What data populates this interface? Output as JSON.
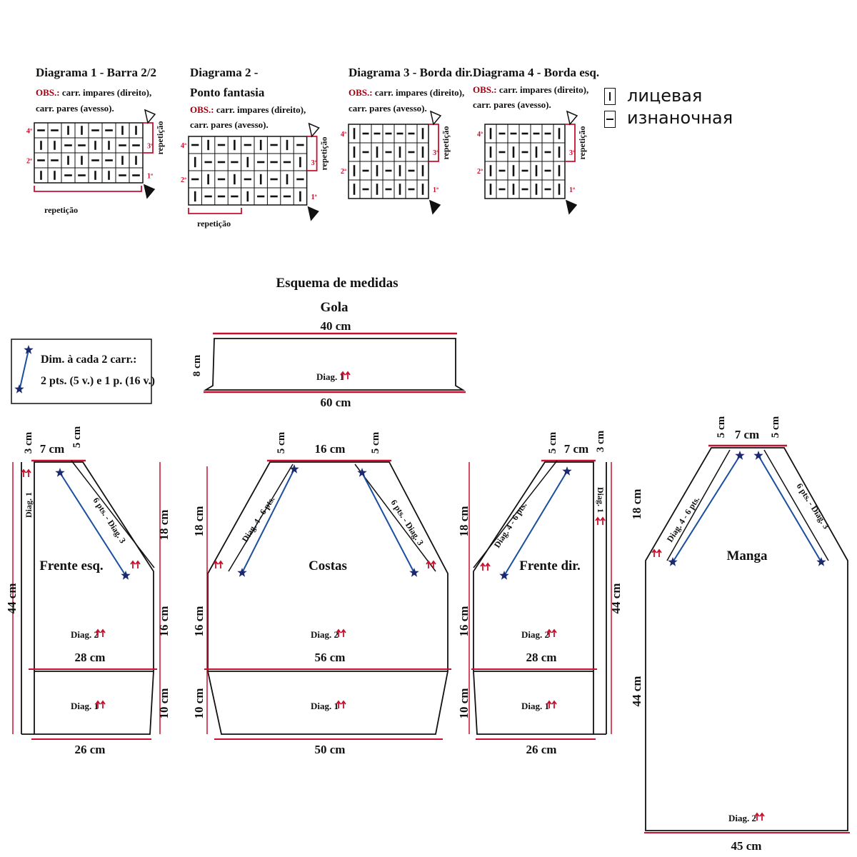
{
  "legend": {
    "knit": "лицевая",
    "purl": "изнаночная"
  },
  "diagrams": [
    {
      "title": [
        "Diagrama 1 - Barra 2/2"
      ],
      "obs_label": "OBS.:",
      "obs_lines": [
        "carr. impares (direito),",
        "carr. pares (avesso)."
      ],
      "repeat_label": "repetição",
      "rows": [
        [
          "p",
          "p",
          "k",
          "k",
          "p",
          "p",
          "k",
          "k"
        ],
        [
          "k",
          "k",
          "p",
          "p",
          "k",
          "k",
          "p",
          "p"
        ],
        [
          "p",
          "p",
          "k",
          "k",
          "p",
          "p",
          "k",
          "k"
        ],
        [
          "k",
          "k",
          "p",
          "p",
          "k",
          "k",
          "p",
          "p"
        ]
      ],
      "row_numbers": [
        "4ª",
        "3ª",
        "2ª",
        "1ª"
      ]
    },
    {
      "title": [
        "Diagrama 2 -",
        "Ponto fantasia"
      ],
      "obs_label": "OBS.:",
      "obs_lines": [
        "carr. impares (direito),",
        "carr. pares (avesso)."
      ],
      "repeat_label": "repetição",
      "rows": [
        [
          "p",
          "k",
          "p",
          "k",
          "p",
          "k",
          "p",
          "k",
          "p"
        ],
        [
          "k",
          "p",
          "p",
          "p",
          "k",
          "p",
          "p",
          "p",
          "k"
        ],
        [
          "p",
          "k",
          "p",
          "k",
          "p",
          "k",
          "p",
          "k",
          "p"
        ],
        [
          "k",
          "p",
          "p",
          "p",
          "k",
          "p",
          "p",
          "p",
          "k"
        ]
      ],
      "row_numbers": [
        "4ª",
        "3ª",
        "2ª",
        "1ª"
      ]
    },
    {
      "title": [
        "Diagrama 3 - Borda dir."
      ],
      "obs_label": "OBS.:",
      "obs_lines": [
        "carr. impares (direito),",
        "carr. pares (avesso)."
      ],
      "repeat_label": "repetição",
      "rows": [
        [
          "k",
          "p",
          "p",
          "p",
          "p",
          "p",
          "k"
        ],
        [
          "k",
          "p",
          "k",
          "p",
          "k",
          "p",
          "k"
        ],
        [
          "k",
          "p",
          "k",
          "p",
          "k",
          "p",
          "k"
        ],
        [
          "k",
          "p",
          "k",
          "p",
          "k",
          "p",
          "k"
        ]
      ],
      "row_numbers": [
        "4ª",
        "3ª",
        "2ª",
        "1ª"
      ]
    },
    {
      "title": [
        "Diagrama 4 - Borda esq."
      ],
      "obs_label": "OBS.:",
      "obs_lines": [
        "carr. impares  (direito),",
        "carr. pares (avesso)."
      ],
      "repeat_label": "repetição",
      "rows": [
        [
          "k",
          "p",
          "p",
          "p",
          "p",
          "p",
          "k"
        ],
        [
          "k",
          "p",
          "k",
          "p",
          "k",
          "p",
          "k"
        ],
        [
          "k",
          "p",
          "k",
          "p",
          "k",
          "p",
          "k"
        ],
        [
          "k",
          "p",
          "k",
          "p",
          "k",
          "p",
          "k"
        ]
      ],
      "row_numbers": [
        "4ª",
        "3ª",
        "2ª",
        "1ª"
      ]
    }
  ],
  "schema": {
    "title": "Esquema de medidas",
    "decrease_note": [
      "Dim. à cada 2 carr.:",
      "2 pts. (5 v.) e 1 p. (16 v.)"
    ],
    "gola": {
      "name": "Gola",
      "top": "40 cm",
      "bottom": "60 cm",
      "height": "8 cm",
      "diag": "Diag. 1"
    },
    "frente_esq": {
      "name": "Frente esq.",
      "total_height": "44 cm",
      "top_margin": "3 cm",
      "neck_width": "7 cm",
      "raglan_width": "5 cm",
      "raglan_height": "18 cm",
      "body_height": "16 cm",
      "hem_height": "10 cm",
      "width": "28 cm",
      "hem_width": "26 cm",
      "diag_edge": "Diag. 1",
      "diag_raglan": "6 pts. - Diag. 3",
      "diag_body": "Diag. 2",
      "diag_hem": "Diag. 1"
    },
    "costas": {
      "name": "Costas",
      "neck_width": "16 cm",
      "raglan_left_width": "5 cm",
      "raglan_right_width": "5 cm",
      "raglan_height": "18 cm",
      "body_height": "16 cm",
      "hem_height": "10 cm",
      "width": "56 cm",
      "hem_width": "50 cm",
      "diag_raglan_left": "Diag. 4 - 6 pts.",
      "diag_raglan_right": "6 pts. - Diag. 3",
      "diag_body": "Diag. 2",
      "diag_hem": "Diag. 1"
    },
    "frente_dir": {
      "name": "Frente dir.",
      "total_height": "44 cm",
      "top_margin": "3 cm",
      "neck_width": "7 cm",
      "raglan_width": "5 cm",
      "raglan_height": "18 cm",
      "body_height": "16 cm",
      "hem_height": "10 cm",
      "width": "28 cm",
      "hem_width": "26 cm",
      "diag_edge": "Diag. 1",
      "diag_raglan": "Diag. 4 - 6 pts.",
      "diag_body": "Diag. 2",
      "diag_hem": "Diag. 1"
    },
    "manga": {
      "name": "Manga",
      "top_width": "7 cm",
      "raglan_left_width": "5 cm",
      "raglan_right_width": "5 cm",
      "raglan_height": "18 cm",
      "body_height": "44 cm",
      "bottom_width": "45 cm",
      "diag_raglan_left": "Diag. 4 - 6 pts.",
      "diag_raglan_right": "6 pts. - Diag. 3",
      "diag_body": "Diag. 2"
    }
  },
  "colors": {
    "line": "#111111",
    "accent_red": "#c8102e",
    "obs_red": "#a00010",
    "star_blue": "#1a2a6c"
  }
}
